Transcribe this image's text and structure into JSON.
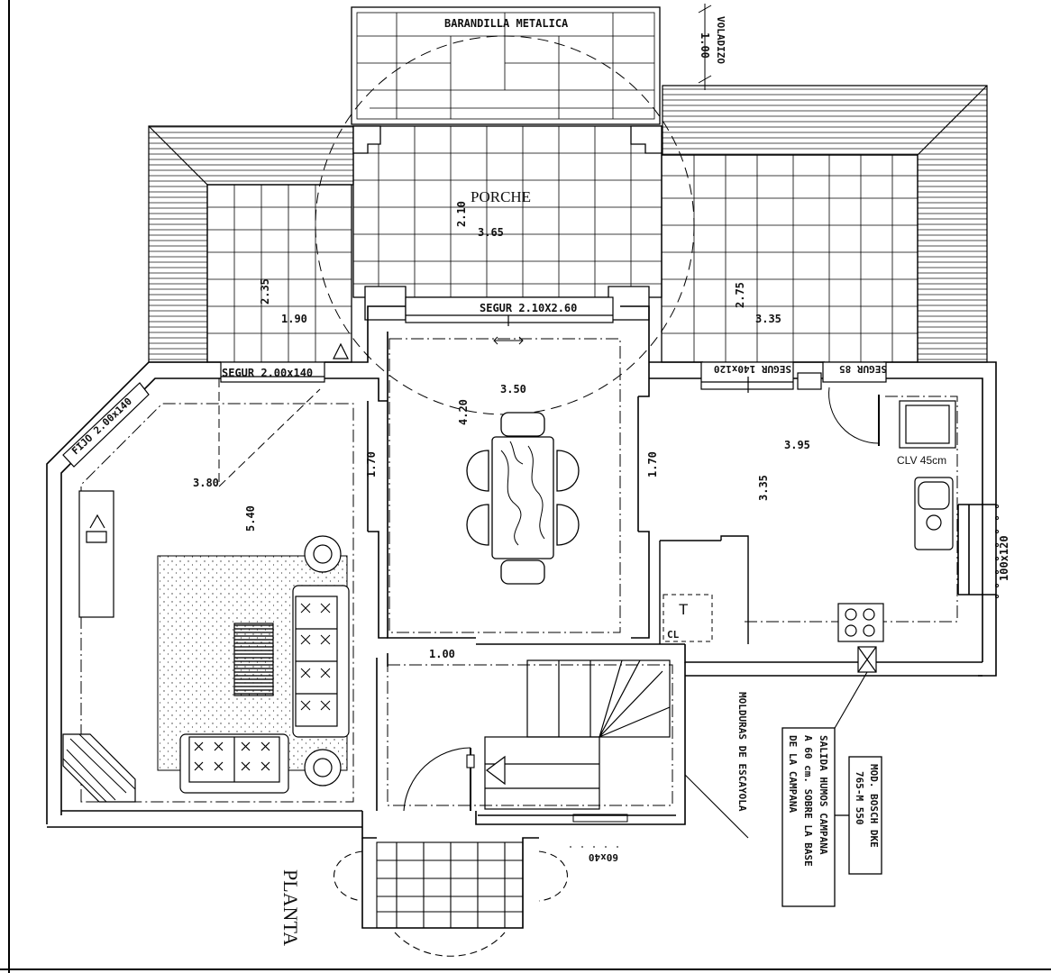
{
  "plan": {
    "title": "PLANTA",
    "labels": {
      "barandilla": "BARANDILLA METALICA",
      "voladizo": "VOLADIZO",
      "voladizo_dim": "1.00",
      "porche": "PORCHE",
      "porche_w": "3.65",
      "porche_h": "2.10",
      "left_terrace_w": "1.90",
      "left_terrace_h": "2.35",
      "right_terrace_w": "3.35",
      "right_terrace_h": "2.75",
      "seg_main": "SEGUR 2.10X2.60",
      "seg_left": "SEGUR 2.00x140",
      "seg_right1": "SEGUR 140x120",
      "seg_right2": "SEGUR 85",
      "fijo": "FIJO 2.00x140",
      "living_w": "3.80",
      "living_h": "5.40",
      "dining_w": "3.50",
      "dining_h": "4.20",
      "passage_left": "1.70",
      "passage_right": "1.70",
      "kitchen_w": "3.95",
      "kitchen_h": "3.35",
      "clv": "CLV 45cm",
      "window_right": "100x120",
      "hall_w": "1.00",
      "closet_t": "T",
      "closet_cl": "CL",
      "molduras": "MOLDURAS DE ESCAYOLA",
      "salida_1": "SALIDA HUMOS CAMPANA",
      "salida_2": "A 60 cm. SOBRE LA BASE",
      "salida_3": "DE LA CAMPANA",
      "mod_1": "MOD. BOSCH DKE",
      "mod_2": "765-M 550",
      "window_bottom": "60x40"
    }
  }
}
